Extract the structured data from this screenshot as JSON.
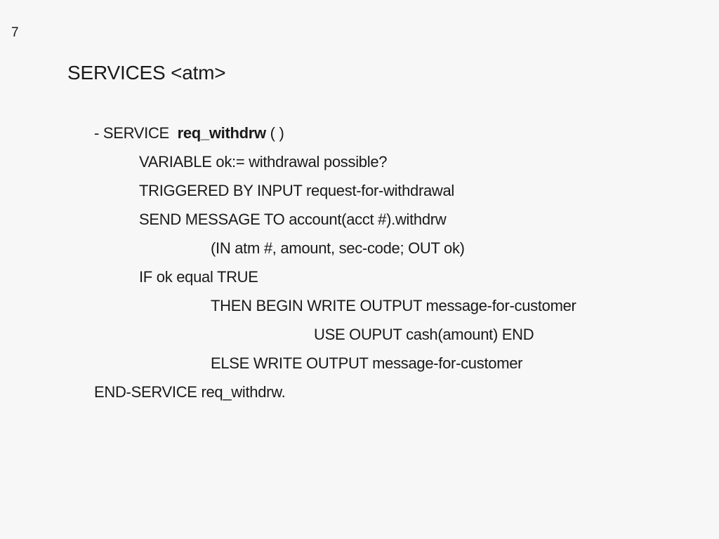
{
  "slide": {
    "number": "7",
    "title": "SERVICES <atm>"
  },
  "code": {
    "service_prefix": "- SERVICE  ",
    "service_name": "req_withdrw",
    "service_suffix": " ( )",
    "line_variable": "VARIABLE ok:= withdrawal possible?",
    "line_triggered": "TRIGGERED BY INPUT request-for-withdrawal",
    "line_send": "SEND MESSAGE TO account(acct #).withdrw",
    "line_params": "(IN atm #, amount, sec-code; OUT ok)",
    "line_if": "IF ok equal TRUE",
    "line_then": "THEN BEGIN WRITE OUTPUT message-for-customer",
    "line_use": "USE OUPUT cash(amount) END",
    "line_else": "ELSE WRITE OUTPUT message-for-customer",
    "line_end": "END-SERVICE req_withdrw."
  }
}
